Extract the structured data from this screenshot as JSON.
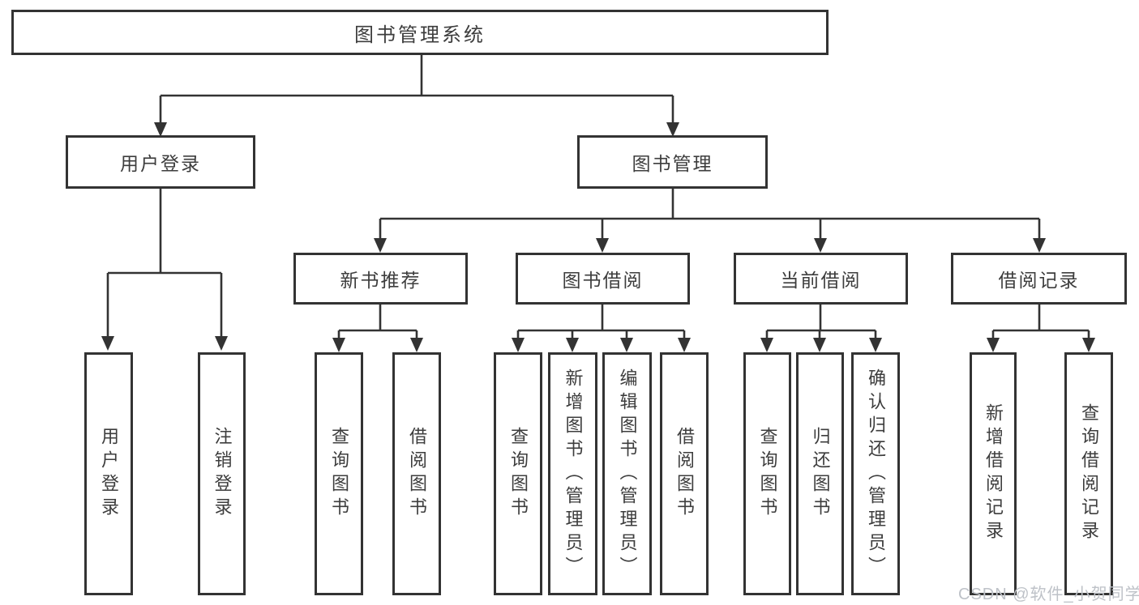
{
  "colors": {
    "line": "#333333",
    "text": "#3d3d3d",
    "wm": "#bec2c8"
  },
  "watermark": {
    "text": "CSDN @软件_小贺同学"
  },
  "tree": {
    "root": {
      "label": "图书管理系统"
    },
    "children": [
      {
        "id": "user-login",
        "label": "用户登录",
        "children": [
          {
            "id": "leaf-user-login",
            "label": "用户登录"
          },
          {
            "id": "leaf-logout",
            "label": "注销登录"
          }
        ]
      },
      {
        "id": "book-management",
        "label": "图书管理",
        "children": [
          {
            "id": "new-book-recommend",
            "label": "新书推荐",
            "children": [
              {
                "id": "rec-query-book",
                "label": "查询图书"
              },
              {
                "id": "rec-borrow-book",
                "label": "借阅图书"
              }
            ]
          },
          {
            "id": "book-borrowing",
            "label": "图书借阅",
            "children": [
              {
                "id": "bb-query-book",
                "label": "查询图书"
              },
              {
                "id": "bb-add-book",
                "label": "新增图书（管理员）"
              },
              {
                "id": "bb-edit-book",
                "label": "编辑图书（管理员）"
              },
              {
                "id": "bb-borrow-book",
                "label": "借阅图书"
              }
            ]
          },
          {
            "id": "current-borrowing",
            "label": "当前借阅",
            "children": [
              {
                "id": "cb-query-book",
                "label": "查询图书"
              },
              {
                "id": "cb-return-book",
                "label": "归还图书"
              },
              {
                "id": "cb-confirm-return",
                "label": "确认归还（管理员）"
              }
            ]
          },
          {
            "id": "borrow-records",
            "label": "借阅记录",
            "children": [
              {
                "id": "br-add-record",
                "label": "新增借阅记录"
              },
              {
                "id": "br-query-record",
                "label": "查询借阅记录"
              }
            ]
          }
        ]
      }
    ]
  }
}
